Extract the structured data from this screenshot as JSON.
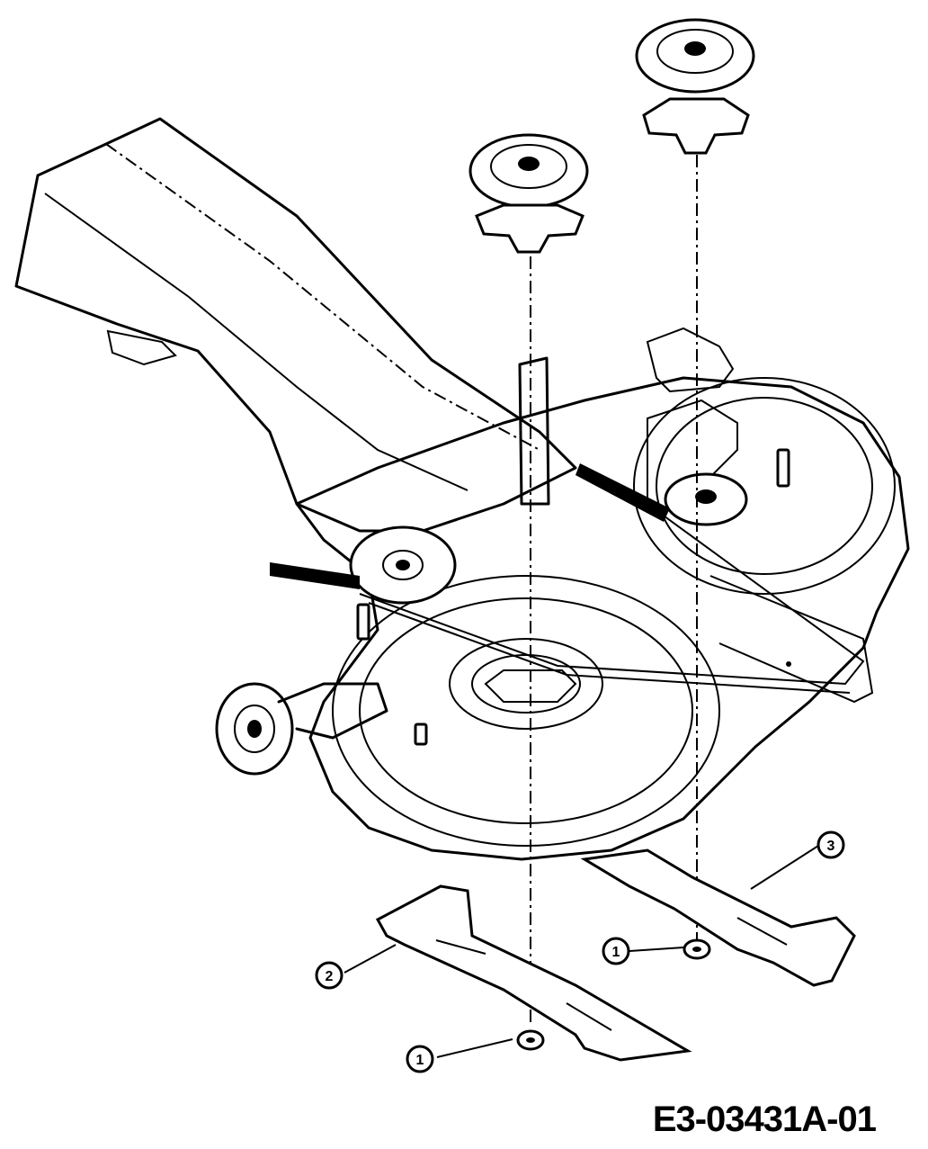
{
  "callouts": [
    {
      "label": "1"
    },
    {
      "label": "1"
    },
    {
      "label": "2"
    },
    {
      "label": "3"
    }
  ],
  "part_number": "E3-03431A-01"
}
